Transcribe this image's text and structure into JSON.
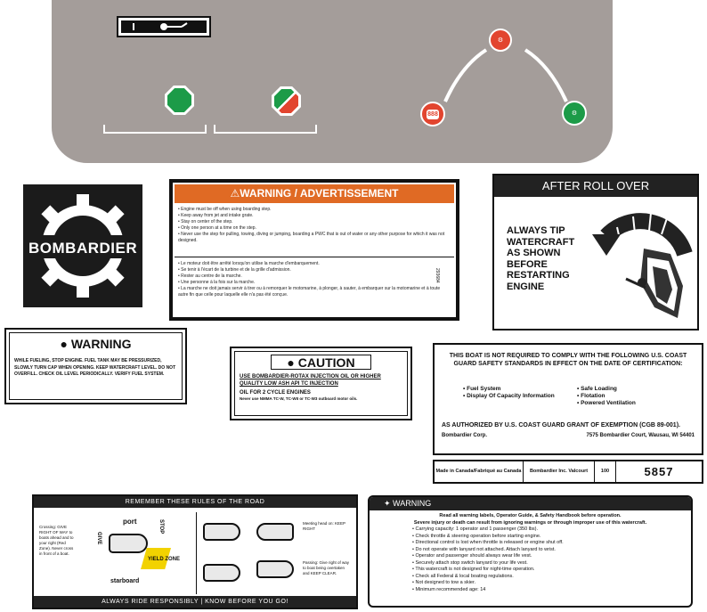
{
  "colors": {
    "console": "#a49d9a",
    "green": "#1c9b48",
    "red": "#e2452f",
    "orange": "#e06a24",
    "dark": "#222222",
    "yellow": "#f2d200"
  },
  "console": {
    "icons": [
      "throttle-lever-icon",
      "octagon-green-light",
      "red-green-diagonal-light",
      "engine-red-icon",
      "oil-red-icon",
      "engine-green-icon"
    ],
    "temp_label": "888"
  },
  "bombardier": {
    "name": "BOMBARDIER"
  },
  "warning_board": {
    "title": "WARNING / ADVERTISSEMENT",
    "en": [
      "Engine must be off when using boarding step.",
      "Keep away from jet and intake grate.",
      "Stay on center of the step.",
      "Only one person at a time on the step.",
      "Never use the step for pulling, towing, diving or jumping, boarding a PWC that is out of water or any other purpose for which it was not designed."
    ],
    "fr": [
      "Le moteur doit être arrêté lorsqu'on utilise la marche d'embarquement.",
      "Se tenir à l'écart de la turbine et de la grille d'admission.",
      "Rester au centre de la marche.",
      "Une personne à la fois sur la marche.",
      "La marche ne doit jamais servir à tirer ou à remorquer le motomarine, à plonger, à sauter, à embarquer sur la motomarine et à toute autre fin que celle pour laquelle elle n'a pas été conçue."
    ],
    "part_no": "293684"
  },
  "roll_over": {
    "title": "AFTER ROLL OVER",
    "lines": [
      "ALWAYS TIP",
      "WATERCRAFT",
      "AS SHOWN",
      "BEFORE",
      "RESTARTING",
      "ENGINE"
    ]
  },
  "fuel_warning": {
    "title": "WARNING",
    "text": "WHILE FUELING, STOP ENGINE. FUEL TANK MAY BE PRESSURIZED, SLOWLY TURN CAP WHEN OPENING. KEEP WATERCRAFT LEVEL. DO NOT OVERFILL. CHECK OIL LEVEL PERIODICALLY. VERIFY FUEL SYSTEM."
  },
  "caution": {
    "title": "CAUTION",
    "line1": "USE BOMBARDIER-ROTAX INJECTION OIL OR HIGHER QUALITY LOW ASH API TC INJECTION",
    "line2": "OIL FOR 2 CYCLE ENGINES",
    "line3": "Never use NMMA TC-W, TC-WII or TC-W3 outboard motor oils."
  },
  "coast_guard": {
    "title": "THIS BOAT IS NOT REQUIRED TO COMPLY WITH THE FOLLOWING U.S. COAST GUARD SAFETY STANDARDS IN EFFECT ON THE DATE OF CERTIFICATION:",
    "left": [
      "Fuel System",
      "Display Of Capacity Information"
    ],
    "right": [
      "Safe Loading",
      "Flotation",
      "Powered Ventilation"
    ],
    "auth": "AS AUTHORIZED BY U.S. COAST GUARD GRANT OF EXEMPTION (CGB 89-001).",
    "company": "Bombardier Corp.",
    "address": "7575 Bombardier Court, Wausau, WI 54401"
  },
  "serial": {
    "c1": "Made in Canada/Fabriqué au Canada",
    "c2": "Bombardier Inc. Valcourt",
    "c3": "100",
    "c4": "5857"
  },
  "rules": {
    "header": "REMEMBER THESE RULES OF THE ROAD",
    "footer": "ALWAYS RIDE RESPONSIBLY  |  KNOW BEFORE YOU GO!",
    "crossing": "Crossing: GIVE RIGHT OF WAY to boats ahead and to your right (Red Zone). Never cross in front of a boat.",
    "port": "port",
    "starboard": "starboard",
    "give": "GIVE",
    "stop": "STOP",
    "yield": "YIELD ZONE",
    "headon": "Meeting head on: KEEP RIGHT",
    "passing": "Passing: Give right of way to boat being overtaken and KEEP CLEAR."
  },
  "warning3": {
    "title": "WARNING",
    "lead": "Read all warning labels, Operator Guide, & Safety Handbook before operation.",
    "lead2": "Severe injury or death can result from ignoring warnings or through improper use of this watercraft.",
    "items": [
      "Carrying capacity: 1 operator and 1 passenger (350 lbs).",
      "Check throttle & steering operation before starting engine.",
      "Directional control is lost when throttle is released or engine shut off.",
      "Do not operate with lanyard not attached. Attach lanyard to wrist.",
      "Operator and passenger should always wear life vest.",
      "Securely attach stop switch lanyard to your life vest.",
      "This watercraft is not designed for night-time operation.",
      "Check all Federal & local boating regulations.",
      "Not designed to tow a skier.",
      "Minimum recommended age: 14"
    ]
  }
}
